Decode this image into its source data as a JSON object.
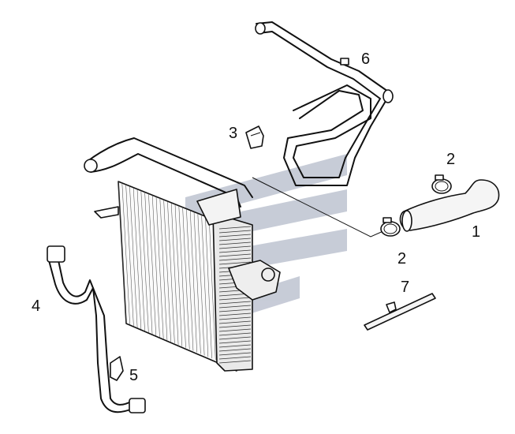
{
  "callouts": {
    "c1": "1",
    "c2a": "2",
    "c2b": "2",
    "c3": "3",
    "c4": "4",
    "c5": "5",
    "c6": "6",
    "c7": "7"
  },
  "colors": {
    "ink": "#111111",
    "watermark": "#9aa3b8",
    "background": "#ffffff"
  }
}
